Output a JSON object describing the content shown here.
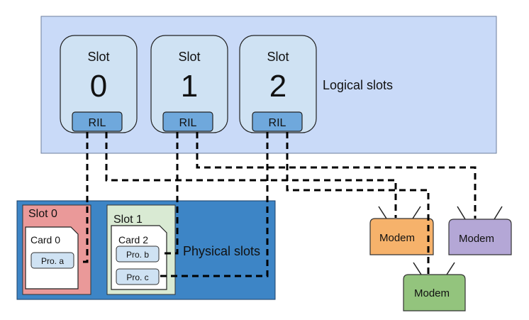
{
  "logical": {
    "label": "Logical slots",
    "slots": [
      {
        "title": "Slot",
        "number": "0",
        "ril": "RIL"
      },
      {
        "title": "Slot",
        "number": "1",
        "ril": "RIL"
      },
      {
        "title": "Slot",
        "number": "2",
        "ril": "RIL"
      }
    ]
  },
  "physical": {
    "label": "Physical slots",
    "slot0": {
      "title": "Slot 0",
      "card": "Card 0",
      "profiles": [
        "Pro. a"
      ]
    },
    "slot1": {
      "title": "Slot 1",
      "card": "Card 2",
      "profiles": [
        "Pro. b",
        "Pro. c"
      ]
    }
  },
  "modems": [
    {
      "label": "Modem",
      "color": "#f6b26b"
    },
    {
      "label": "Modem",
      "color": "#b4a7d6"
    },
    {
      "label": "Modem",
      "color": "#93c47d"
    }
  ],
  "colors": {
    "logical_bg": "#c9daf8",
    "logical_slot_bg": "#cfe2f3",
    "ril_bg": "#6fa8dc",
    "physical_bg": "#3d85c6",
    "phys_slot0_bg": "#ea9999",
    "phys_slot1_bg": "#d9ead3",
    "profile_bg": "#cfe2f3"
  }
}
